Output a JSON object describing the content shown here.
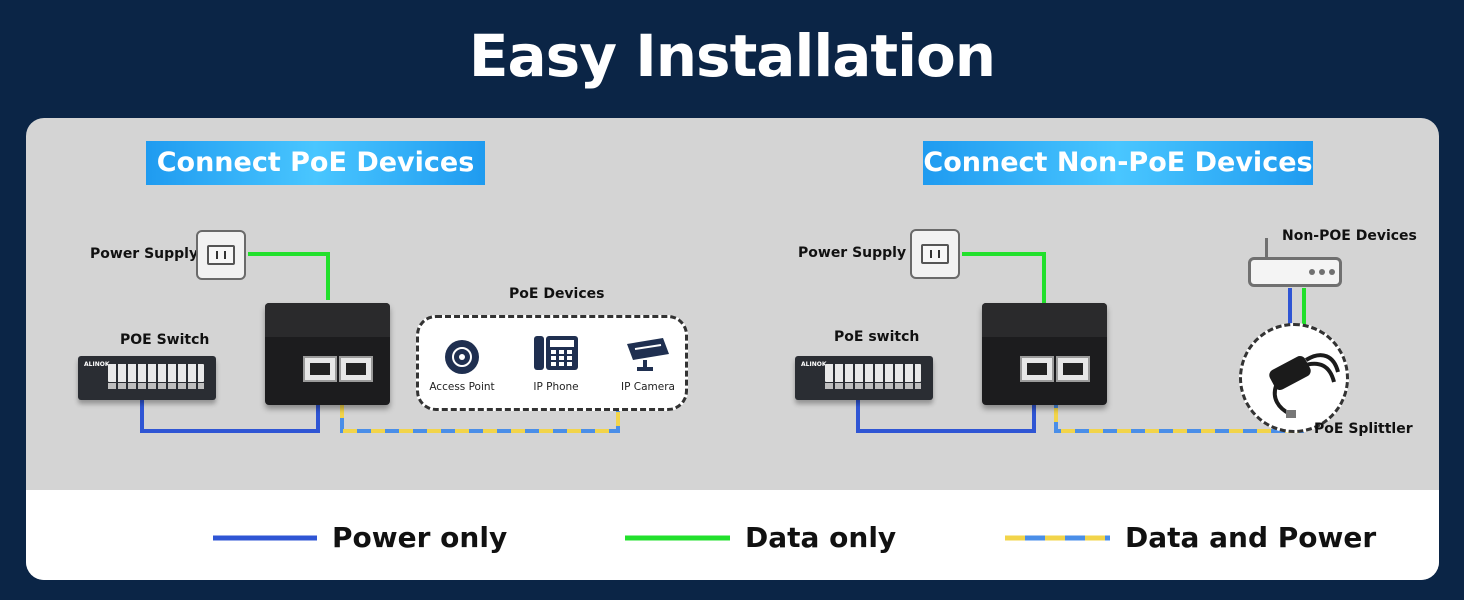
{
  "title": "Easy Installation",
  "left_section": {
    "tag": "Connect PoE Devices",
    "power_supply_label": "Power Supply",
    "switch_label": "POE Switch",
    "switch_brand": "ALINOK",
    "devices_title": "PoE Devices",
    "devices": [
      {
        "label": "Access Point",
        "icon": "access-point-icon"
      },
      {
        "label": "IP Phone",
        "icon": "ip-phone-icon"
      },
      {
        "label": "IP Camera",
        "icon": "ip-camera-icon"
      }
    ]
  },
  "right_section": {
    "tag": "Connect Non-PoE Devices",
    "power_supply_label": "Power Supply",
    "switch_label": "PoE switch",
    "switch_brand": "ALINOK",
    "non_poe_label": "Non-POE Devices",
    "splitter_label": "PoE Splittler"
  },
  "legend": [
    {
      "label": "Power only",
      "color": "#2f55d4"
    },
    {
      "label": "Data only",
      "color": "#22e02c"
    },
    {
      "label": "Data and Power",
      "colors": [
        "#f2d44a",
        "#4a8ee8"
      ]
    }
  ]
}
